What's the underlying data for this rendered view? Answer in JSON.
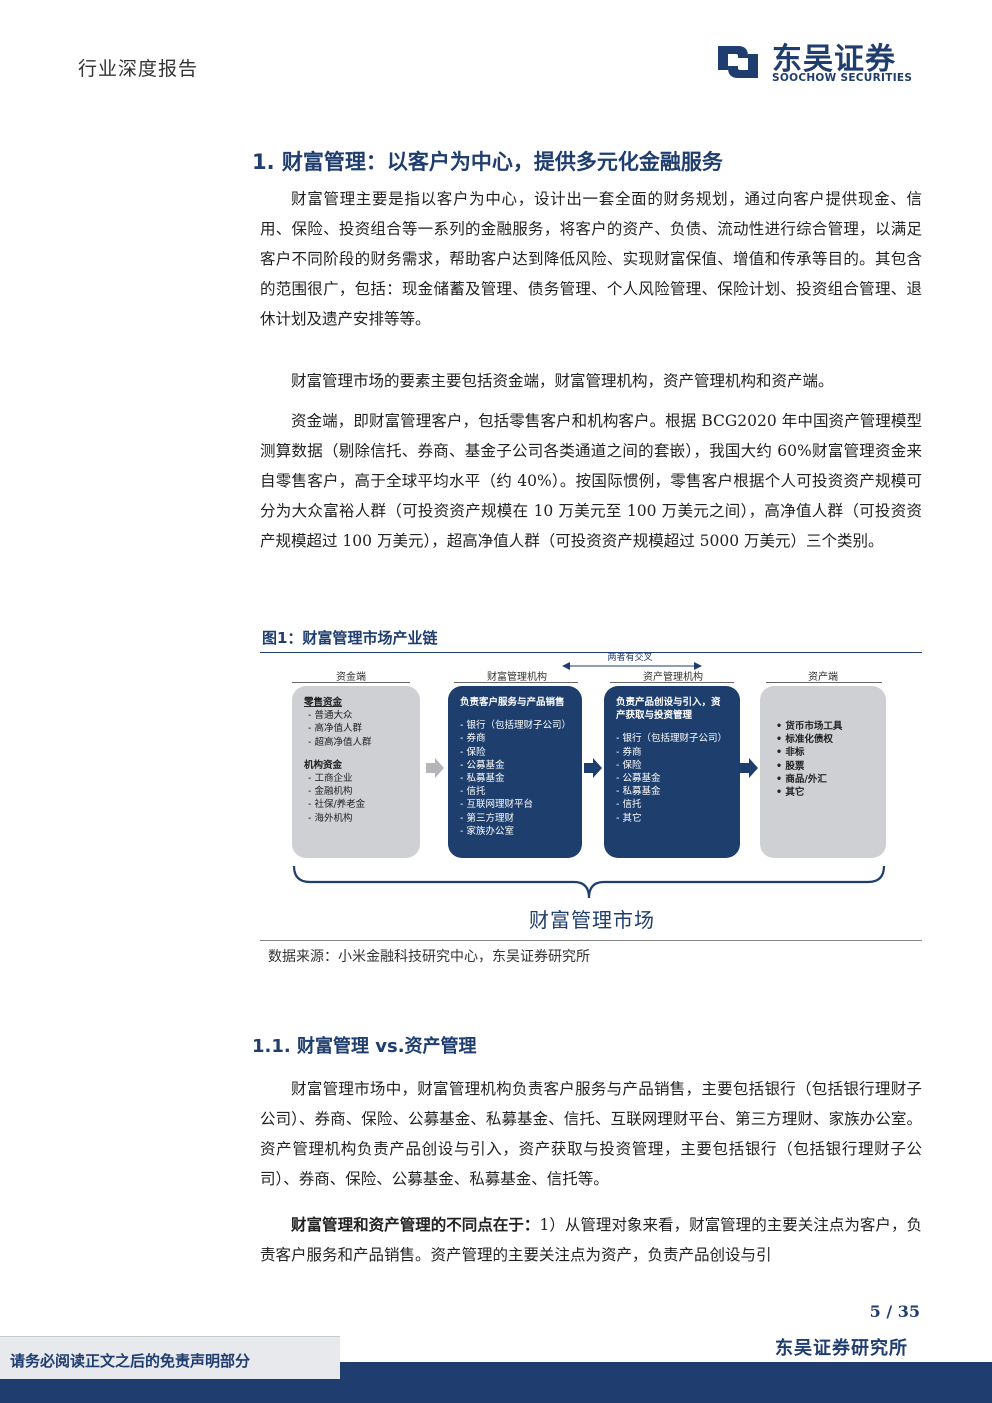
{
  "header": {
    "report_type": "行业深度报告",
    "logo_cn": "东吴证券",
    "logo_en": "SOOCHOW SECURITIES"
  },
  "section1": {
    "title": "1.  财富管理：以客户为中心，提供多元化金融服务",
    "paragraphs": [
      "财富管理主要是指以客户为中心，设计出一套全面的财务规划，通过向客户提供现金、信用、保险、投资组合等一系列的金融服务，将客户的资产、负债、流动性进行综合管理，以满足客户不同阶段的财务需求，帮助客户达到降低风险、实现财富保值、增值和传承等目的。其包含的范围很广，包括：现金储蓄及管理、债务管理、个人风险管理、保险计划、投资组合管理、退休计划及遗产安排等等。",
      "财富管理市场的要素主要包括资金端，财富管理机构，资产管理机构和资产端。",
      "资金端，即财富管理客户，包括零售客户和机构客户。根据 BCG2020 年中国资产管理模型测算数据（剔除信托、券商、基金子公司各类通道之间的套嵌），我国大约 60%财富管理资金来自零售客户，高于全球平均水平（约 40%）。按国际惯例，零售客户根据个人可投资资产规模可分为大众富裕人群（可投资资产规模在 10 万美元至 100 万美元之间），高净值人群（可投资资产规模超过 100 万美元），超高净值人群（可投资资产规模超过 5000 万美元）三个类别。"
    ]
  },
  "figure1": {
    "title": "图1：财富管理市场产业链",
    "source": "数据来源：小米金融科技研究中心，东吴证券研究所",
    "columns": [
      {
        "head": "资金端"
      },
      {
        "head": "财富管理机构"
      },
      {
        "head": "资产管理机构"
      },
      {
        "head": "资产端"
      }
    ],
    "cross_label": "两者有交叉",
    "funds": {
      "retail_title": "零售资金",
      "retail_items": [
        "- 普通大众",
        "- 高净值人群",
        "- 超高净值人群"
      ],
      "inst_title": "机构资金",
      "inst_items": [
        "- 工商企业",
        "- 金融机构",
        "- 社保/养老金",
        "- 海外机构"
      ]
    },
    "wealth": {
      "heading": "负责客户服务与产品销售",
      "items": [
        "- 银行（包括理财子公司）",
        "- 券商",
        "- 保险",
        "- 公募基金",
        "- 私募基金",
        "- 信托",
        "- 互联网理财平台",
        "- 第三方理财",
        "- 家族办公室"
      ]
    },
    "asset_mgmt": {
      "heading": "负责产品创设与引入，资产获取与投资管理",
      "items": [
        "- 银行（包括理财子公司）",
        "- 券商",
        "- 保险",
        "- 公募基金",
        "- 私募基金",
        "- 信托",
        "- 其它"
      ]
    },
    "assets": {
      "items": [
        "• 货币市场工具",
        "• 标准化债权",
        "• 非标",
        "• 股票",
        "• 商品/外汇",
        "• 其它"
      ]
    },
    "market_label": "财富管理市场"
  },
  "section1_1": {
    "title": "1.1.  财富管理 vs.资产管理",
    "paragraph1": "财富管理市场中，财富管理机构负责客户服务与产品销售，主要包括银行（包括银行理财子公司）、券商、保险、公募基金、私募基金、信托、互联网理财平台、第三方理财、家族办公室。资产管理机构负责产品创设与引入，资产获取与投资管理，主要包括银行（包括银行理财子公司）、券商、保险、公募基金、私募基金、信托等。",
    "paragraph2_bold": "财富管理和资产管理的不同点在于：",
    "paragraph2_rest": "1）从管理对象来看，财富管理的主要关注点为客户，负责客户服务和产品销售。资产管理的主要关注点为资产，负责产品创设与引"
  },
  "footer": {
    "page": "5 / 35",
    "org": "东吴证券研究所",
    "disclaimer": "请务必阅读正文之后的免责声明部分"
  },
  "colors": {
    "brand": "#1f3d6e",
    "box_grey": "#cfd0d3",
    "box_blue": "#1e3f6e"
  }
}
